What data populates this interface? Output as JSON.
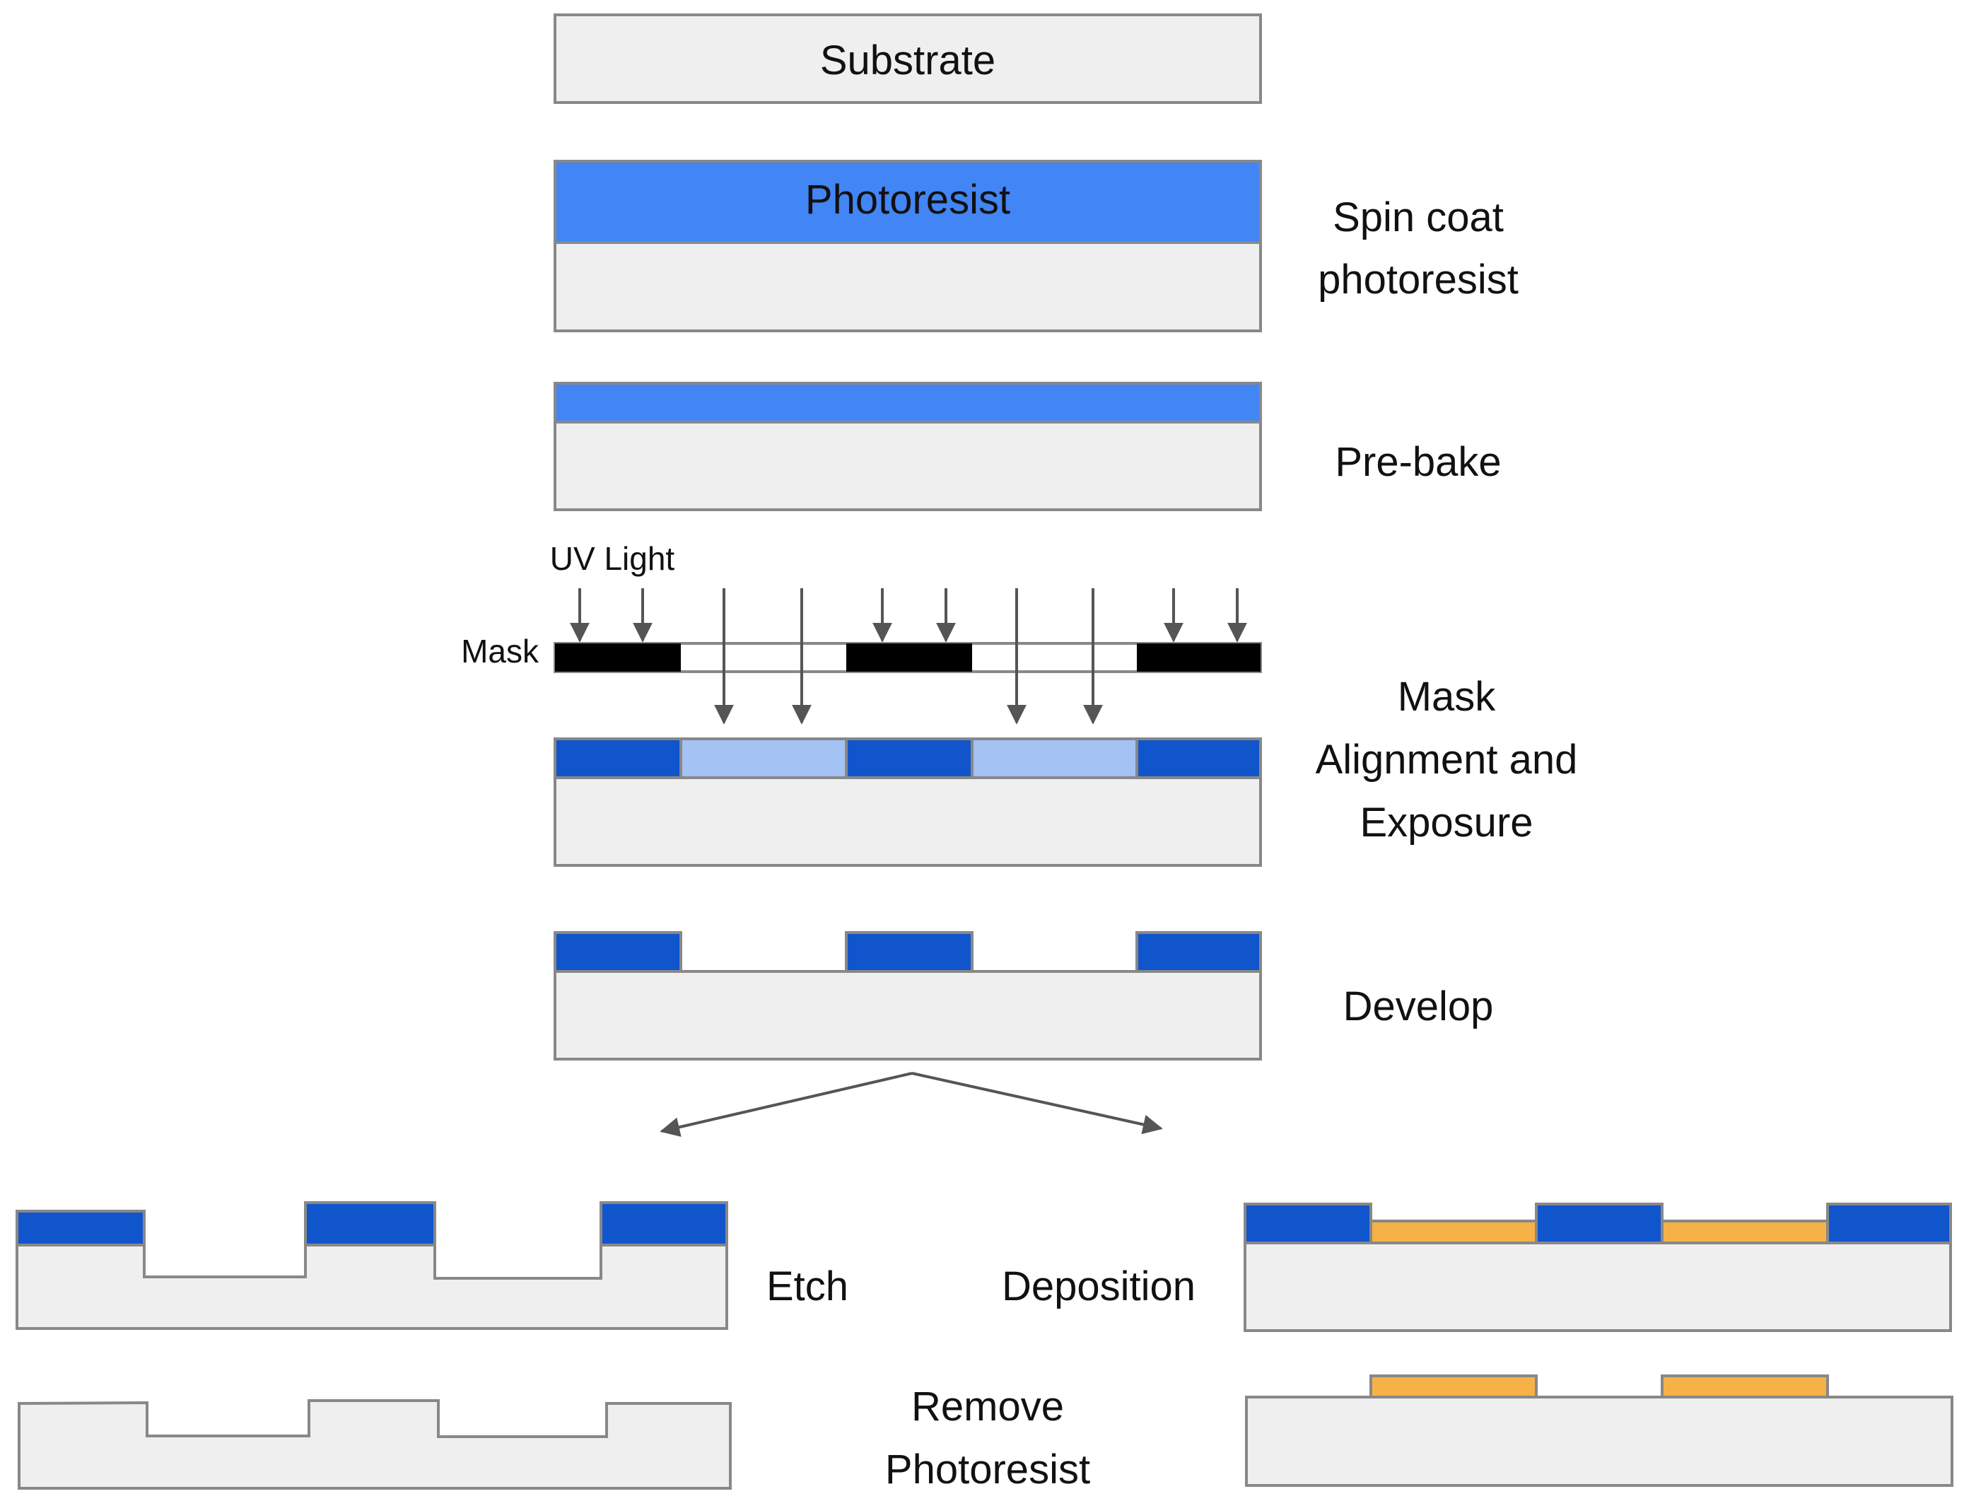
{
  "steps": {
    "substrate": {
      "box_label": "Substrate"
    },
    "spin_coat": {
      "box_label": "Photoresist",
      "line1": "Spin coat",
      "line2": "photoresist"
    },
    "pre_bake": {
      "label": "Pre-bake"
    },
    "exposure": {
      "uv_label": "UV Light",
      "mask_label": "Mask",
      "line1": "Mask",
      "line2": "Alignment and",
      "line3": "Exposure"
    },
    "develop": {
      "label": "Develop"
    },
    "etch": {
      "label": "Etch"
    },
    "deposition": {
      "label": "Deposition"
    },
    "remove": {
      "line1": "Remove",
      "line2": "Photoresist"
    }
  },
  "colors": {
    "substrate": "#efefef",
    "outline": "#888888",
    "photoresist": "#4285f4",
    "resist_dark": "#1155cc",
    "resist_exposed": "#a4c2f4",
    "mask_opaque": "#000000",
    "deposited_metal": "#f6b246",
    "arrow": "#555555"
  }
}
